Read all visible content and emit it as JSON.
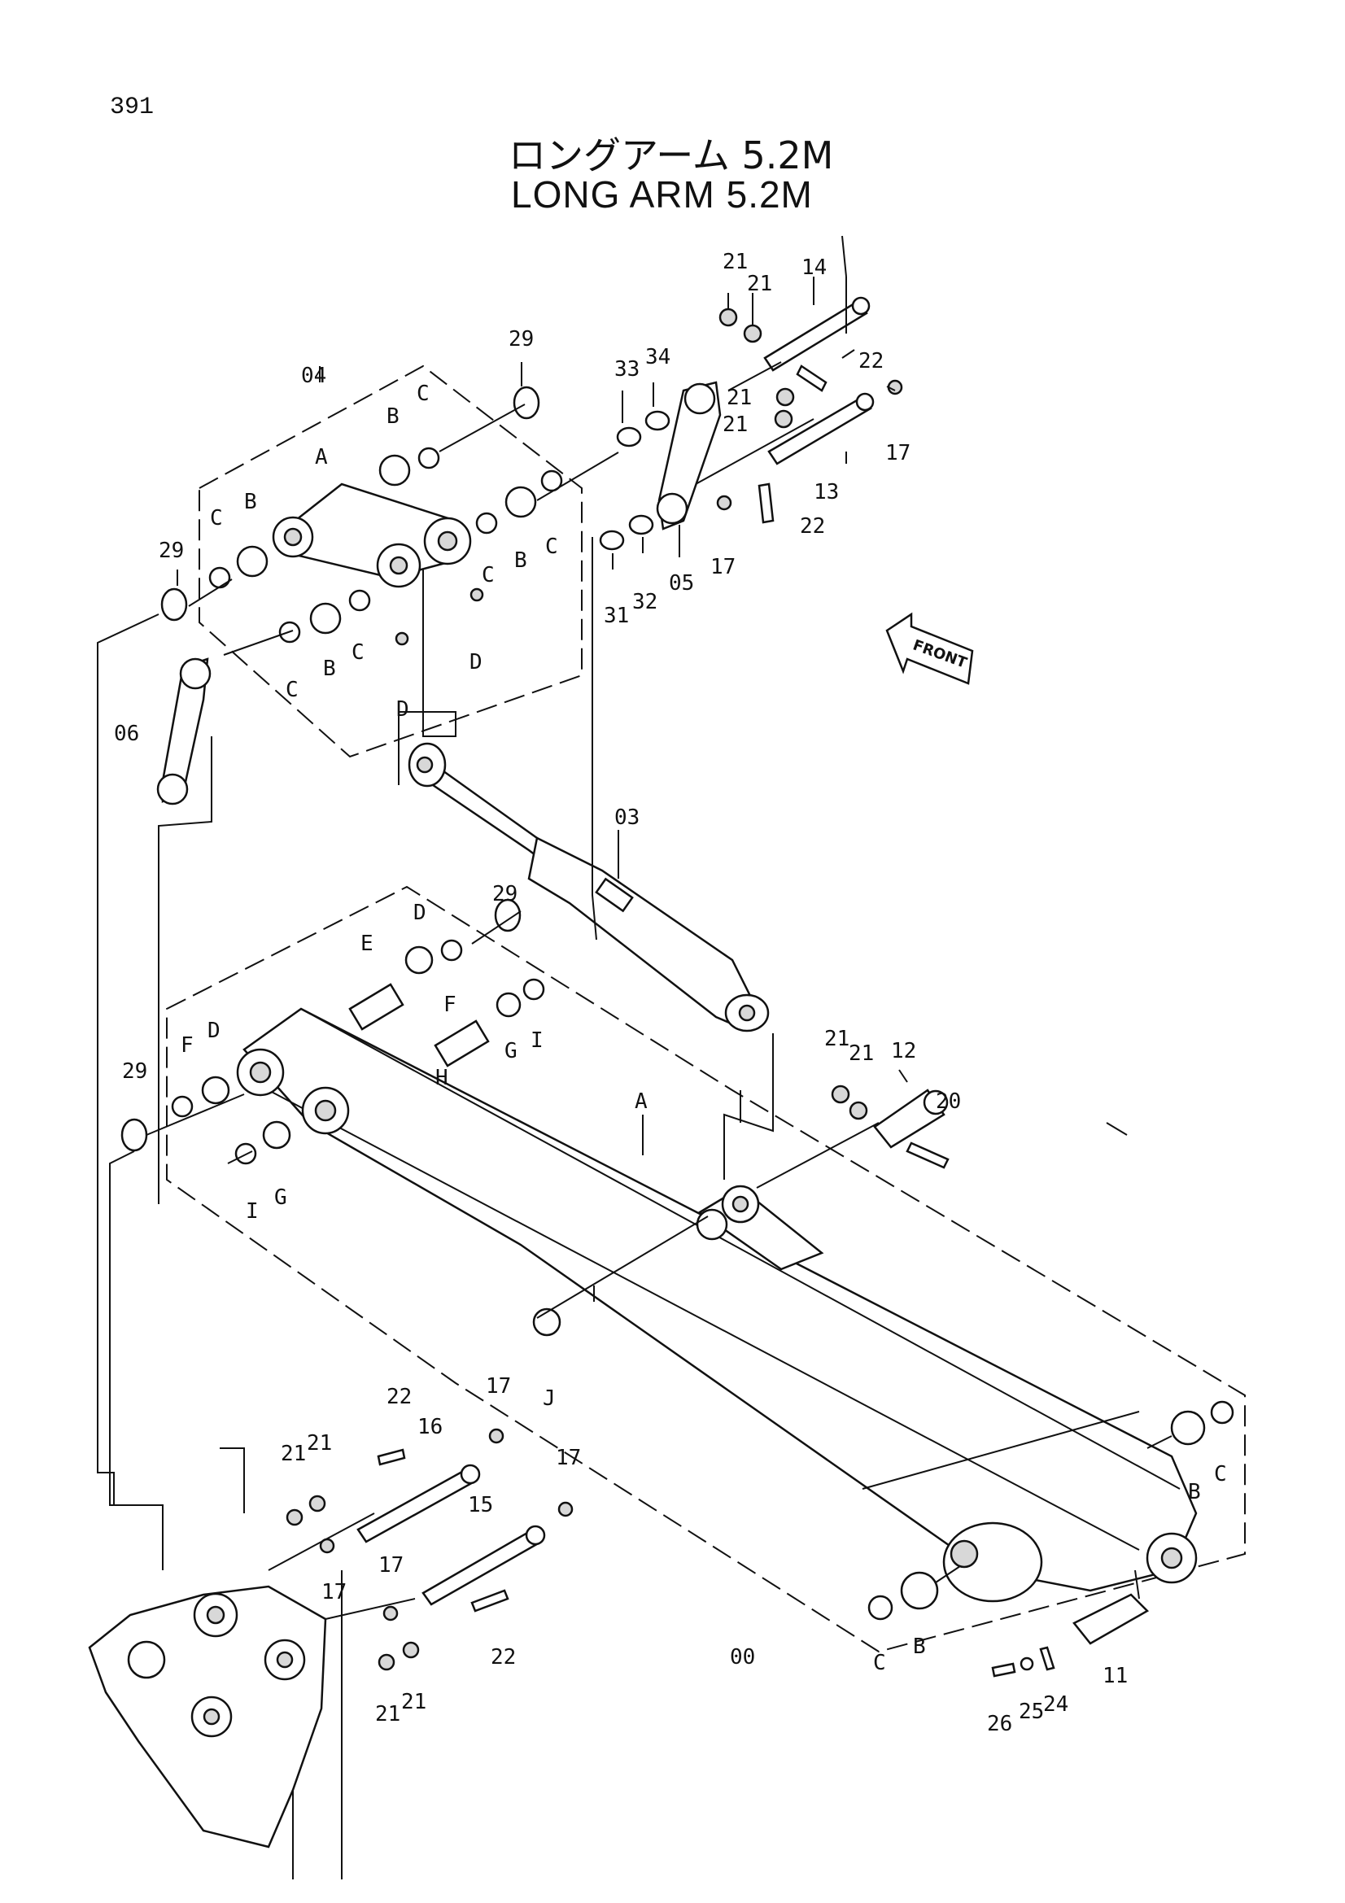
{
  "page_number": "391",
  "title_jp": "ロングアーム 5.2M",
  "title_en": "LONG ARM 5.2M",
  "front_label": "FRONT",
  "callouts": {
    "n00": "00",
    "n03": "03",
    "n04": "04",
    "n05": "05",
    "n06": "06",
    "n11": "11",
    "n12": "12",
    "n13": "13",
    "n14": "14",
    "n15": "15",
    "n16": "16",
    "n17": "17",
    "n20": "20",
    "n21": "21",
    "n22": "22",
    "n24": "24",
    "n25": "25",
    "n26": "26",
    "n29": "29",
    "n31": "31",
    "n32": "32",
    "n33": "33",
    "n34": "34",
    "A": "A",
    "B": "B",
    "C": "C",
    "D": "D",
    "E": "E",
    "F": "F",
    "G": "G",
    "H": "H",
    "I": "I",
    "J": "J"
  }
}
